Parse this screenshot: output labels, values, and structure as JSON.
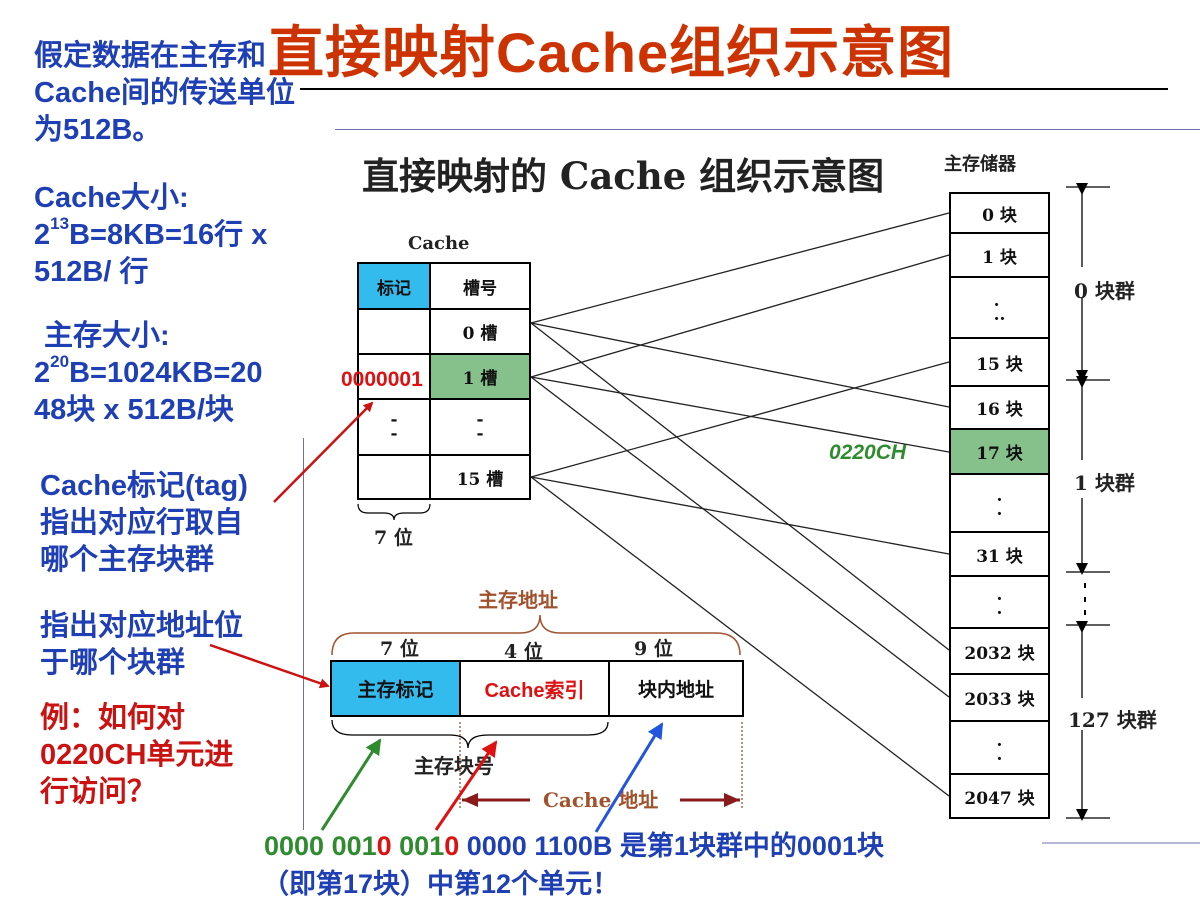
{
  "title": "直接映射Cache组织示意图",
  "left_notes": {
    "transfer_lines": [
      "假定数据在主存和",
      "Cache间的传送单位",
      "为512B。"
    ],
    "cache_size_label": "Cache大小:",
    "cache_size_line1_pre": "2",
    "cache_size_line1_exp": "13",
    "cache_size_line1_post": "B=8KB=16行 x",
    "cache_size_line2": "512B/ 行",
    "mem_size_label": "主存大小:",
    "mem_size_line1_pre": "2",
    "mem_size_line1_exp": "20",
    "mem_size_line1_post": "B=1024KB=20",
    "mem_size_line2": "48块 x 512B/块",
    "tag_lines": [
      "Cache标记(tag)",
      "指出对应行取自",
      "哪个主存块群"
    ],
    "field_lines": [
      "指出对应地址位",
      "于哪个块群"
    ],
    "example_lines": [
      "例：如何对",
      "0220CH单元进",
      "行访问？"
    ]
  },
  "diagram": {
    "title": "直接映射的 Cache 组织示意图",
    "cache_label": "Cache",
    "cache_header_tag": "标记",
    "cache_header_slot": "槽号",
    "cache_slots": [
      "0 槽",
      "1 槽",
      "-\n-",
      "15 槽"
    ],
    "cache_tag_cells": [
      "",
      "",
      "-\n-",
      ""
    ],
    "tag_value": "0000001",
    "tag_width": "7 位",
    "memory_label": "主存储器",
    "memory_blocks": [
      "0 块",
      "1 块",
      ".\n..",
      "15 块",
      "16 块",
      "17 块",
      ".\n.",
      "31 块",
      ".\n.",
      "2032 块",
      "2033 块",
      ".\n.",
      "2047 块"
    ],
    "highlight_address": "0220CH",
    "group_labels": [
      "0 块群",
      "1 块群",
      "127 块群"
    ],
    "address_label": "主存地址",
    "field_widths": [
      "7 位",
      "4 位",
      "9 位"
    ],
    "address_fields": [
      "主存标记",
      "Cache索引",
      "块内地址"
    ],
    "block_number_label": "主存块号",
    "cache_address_label": "Cache 地址"
  },
  "example": {
    "seg_green": "0000 001",
    "seg_red1": "0",
    "seg_blue1": " 001",
    "seg_red2": "0",
    "seg_rest": " 0000 1100B 是第1块群中的0001块",
    "line2": "（即第17块）中第12个单元！"
  },
  "colors": {
    "title_red": "#cc3300",
    "text_blue": "#1f3fb4",
    "text_red": "#cc1111",
    "tag_cyan": "#33bbee",
    "highlight_green": "#86c08a",
    "hex_green": "#2e8b2e",
    "brace_brown": "#a0522d"
  }
}
